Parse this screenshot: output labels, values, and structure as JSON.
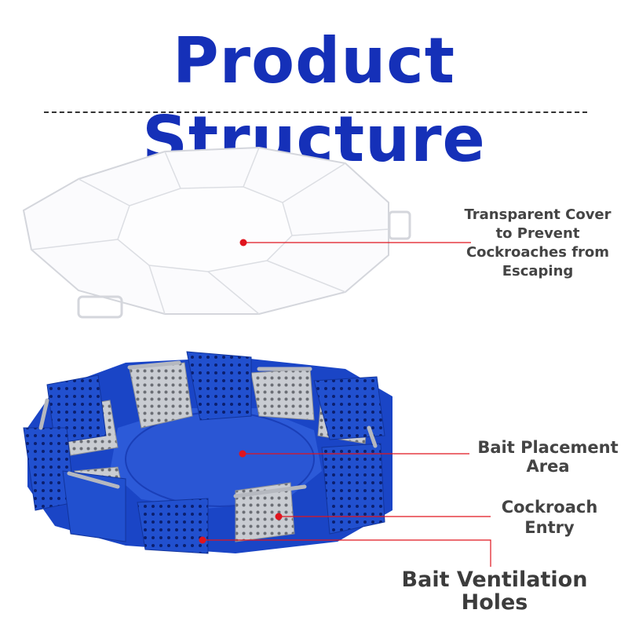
{
  "title": "Product Structure",
  "colors": {
    "title_blue": "#1530b8",
    "trap_blue": "#1f4fd0",
    "pointer_red": "#e0141e",
    "label_gray": "#444444"
  },
  "callouts": {
    "cover": "Transparent Cover to Prevent Cockroaches from Escaping",
    "bait_area": "Bait Placement Area",
    "entry": "Cockroach Entry",
    "ventilation": "Bait Ventilation Holes"
  }
}
